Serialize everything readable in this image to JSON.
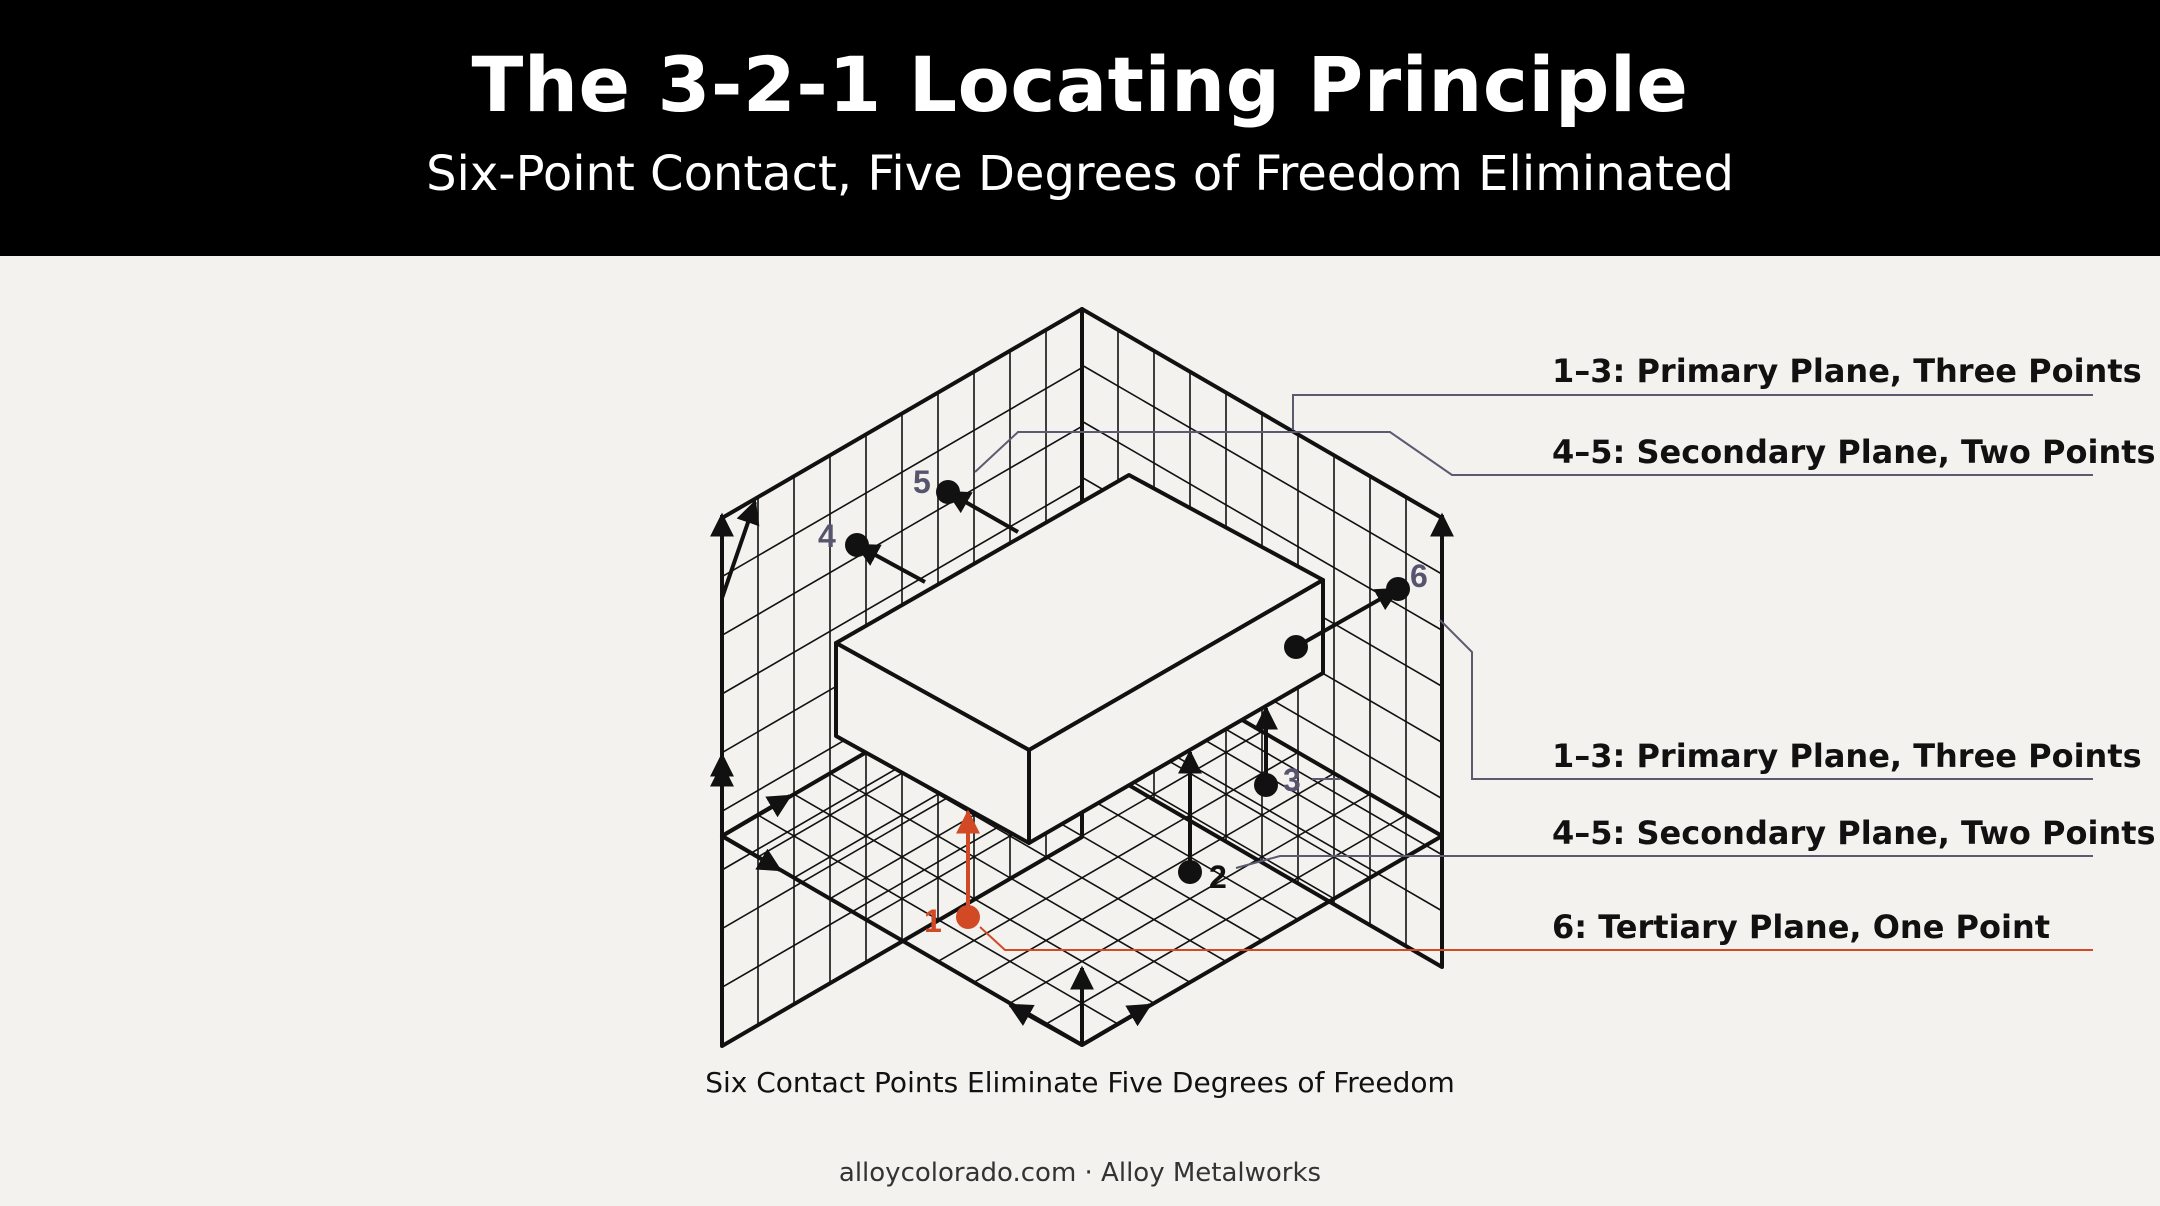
{
  "header": {
    "title": "The 3-2-1 Locating Principle",
    "subtitle": "Six-Point Contact, Five Degrees of Freedom Eliminated"
  },
  "diagram": {
    "point_labels": [
      "1",
      "2",
      "3",
      "4",
      "5",
      "6"
    ],
    "legend": [
      "1–3: Primary Plane, Three Points",
      "4–5: Secondary Plane, Two Points",
      "1–3: Primary Plane, Three Points",
      "4–5: Secondary Plane, Two Points",
      "6: Tertiary Plane, One Point"
    ],
    "colors": {
      "accent": "#d24a25",
      "point_label_muted": "#57546e",
      "leader_line": "#5a5a70",
      "ink": "#111111",
      "background": "#f3f2ee"
    }
  },
  "caption": "Six Contact Points Eliminate Five Degrees of Freedom",
  "footer": "alloycolorado.com · Alloy Metalworks"
}
